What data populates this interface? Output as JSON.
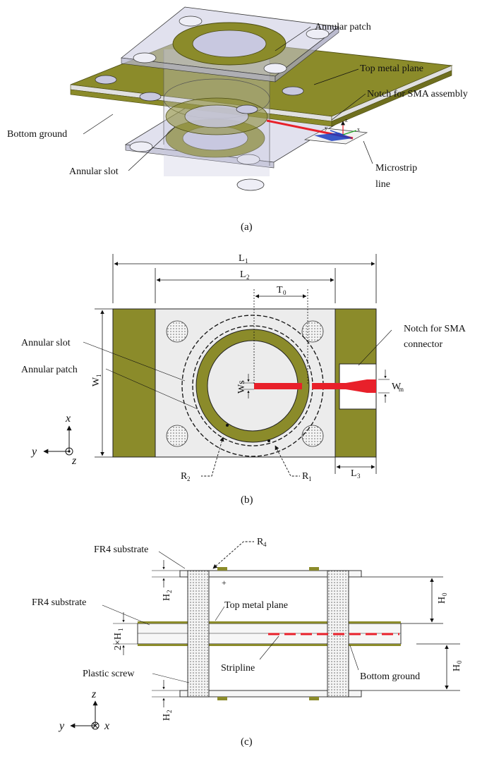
{
  "colors": {
    "metal": "#8b8b2a",
    "metal_dark": "#6f6f1e",
    "metal_edge": "#4a4a12",
    "board_light": "#ececec",
    "feed": "#e8202a",
    "screw_fill": "#e8e8e8",
    "glass": "#c8c8e0"
  },
  "panel_a": {
    "caption": "(a)",
    "labels": {
      "annular_patch": "Annular patch",
      "top_metal_plane": "Top metal plane",
      "notch": "Notch for SMA assembly",
      "bottom_ground": "Bottom ground",
      "annular_slot": "Annular slot",
      "microstrip_1": "Microstrip",
      "microstrip_2": "line",
      "axis_z": "z",
      "axis_x": "x",
      "axis_y": "y"
    }
  },
  "panel_b": {
    "caption": "(b)",
    "labels": {
      "annular_slot": "Annular slot",
      "annular_patch": "Annular patch",
      "notch_1": "Notch for SMA",
      "notch_2": "connector",
      "L1": "L",
      "L1_sub": "1",
      "L2": "L",
      "L2_sub": "2",
      "T0": "T",
      "T0_sub": "0",
      "W1": "W",
      "W1_sub": "1",
      "Ws": "Ws",
      "Wm": "W",
      "Wm_sub": "m",
      "R1": "R",
      "R1_sub": "1",
      "R2": "R",
      "R2_sub": "2",
      "L3": "L",
      "L3_sub": "3",
      "axis_x": "x",
      "axis_y": "y",
      "axis_z": "z"
    }
  },
  "panel_c": {
    "caption": "(c)",
    "labels": {
      "fr4_top": "FR4 substrate",
      "fr4_mid": "FR4 substrate",
      "top_metal_plane": "Top metal plane",
      "stripline": "Stripline",
      "bottom_ground": "Bottom ground",
      "plastic_screw": "Plastic screw",
      "R4": "R",
      "R4_sub": "4",
      "H2_top": "H",
      "H2_top_sub": "2",
      "H2_bot": "H",
      "H2_bot_sub": "2",
      "two_H1": "2×H",
      "two_H1_sub": "1",
      "H0_top": "H",
      "H0_top_sub": "0",
      "H0_bot": "H",
      "H0_bot_sub": "0",
      "axis_z": "z",
      "axis_y": "y",
      "axis_x": "x"
    }
  }
}
